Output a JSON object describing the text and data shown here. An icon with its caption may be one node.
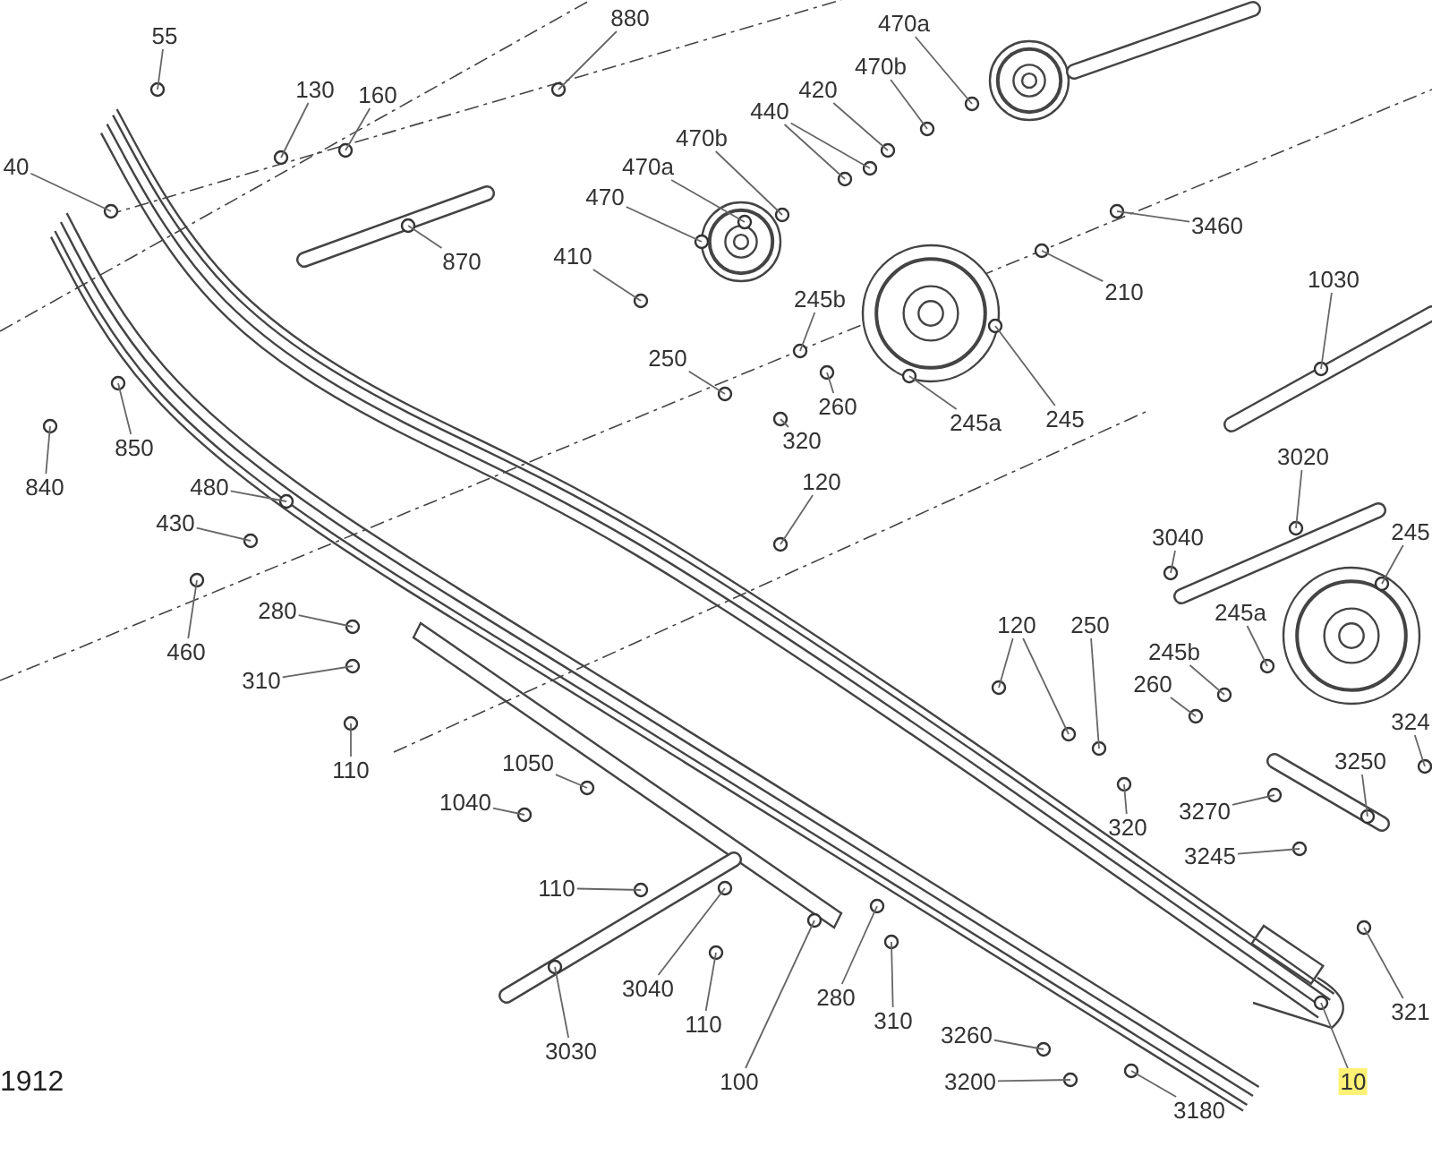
{
  "diagram": {
    "nodes": [
      {
        "text": [
          "55"
        ]
      },
      {
        "text": [
          "880"
        ]
      },
      {
        "text": [
          "130"
        ]
      },
      {
        "text": [
          "160"
        ]
      },
      {
        "text": [
          "40"
        ]
      },
      {
        "text": [
          "870"
        ]
      },
      {
        "text": [
          "470b"
        ]
      },
      {
        "text": [
          "470a"
        ]
      },
      {
        "text": [
          "470"
        ]
      },
      {
        "text": [
          "410"
        ]
      },
      {
        "text": [
          "250"
        ]
      },
      {
        "text": [
          "470a"
        ]
      },
      {
        "text": [
          "470b"
        ]
      },
      {
        "text": [
          "420"
        ]
      },
      {
        "text": [
          "440"
        ]
      },
      {
        "text": [
          "3460"
        ]
      },
      {
        "text": [
          "210"
        ]
      },
      {
        "text": [
          "1030"
        ]
      },
      {
        "text": [
          "245b"
        ]
      },
      {
        "text": [
          "260"
        ]
      },
      {
        "text": [
          "245a"
        ]
      },
      {
        "text": [
          "245"
        ]
      },
      {
        "text": [
          "320"
        ]
      },
      {
        "text": [
          "850"
        ]
      },
      {
        "text": [
          "840"
        ]
      },
      {
        "text": [
          "120"
        ]
      },
      {
        "text": [
          "3020"
        ]
      },
      {
        "text": [
          "245"
        ]
      },
      {
        "text": [
          "480"
        ]
      },
      {
        "text": [
          "430"
        ]
      },
      {
        "text": [
          "3040"
        ]
      },
      {
        "text": [
          "280"
        ]
      },
      {
        "text": [
          "120"
        ]
      },
      {
        "text": [
          "250"
        ]
      },
      {
        "text": [
          "245a"
        ]
      },
      {
        "text": [
          "460"
        ]
      },
      {
        "text": [
          "245b"
        ]
      },
      {
        "text": [
          "260"
        ]
      },
      {
        "text": [
          "310"
        ]
      },
      {
        "text": [
          "324"
        ]
      },
      {
        "text": [
          "3250"
        ]
      },
      {
        "text": [
          "110"
        ]
      },
      {
        "text": [
          "1050"
        ]
      },
      {
        "text": [
          "1040"
        ]
      },
      {
        "text": [
          "3270"
        ]
      },
      {
        "text": [
          "320"
        ]
      },
      {
        "text": [
          "3245"
        ]
      },
      {
        "text": [
          "110"
        ]
      },
      {
        "text": [
          "3040"
        ]
      },
      {
        "text": [
          "3030"
        ]
      },
      {
        "text": [
          "110"
        ]
      },
      {
        "text": [
          "280"
        ]
      },
      {
        "text": [
          "310"
        ]
      },
      {
        "text": [
          "3260"
        ]
      },
      {
        "text": [
          "321"
        ]
      },
      {
        "text": [
          "100"
        ]
      },
      {
        "text": [
          "3200"
        ]
      },
      {
        "text": [
          "3180"
        ]
      },
      {
        "text": [
          "10"
        ]
      }
    ],
    "edges": [
      {
        "from": 0,
        "to": null,
        "arrow": "none"
      },
      {
        "from": 1,
        "to": null,
        "arrow": "none"
      },
      {
        "from": 2,
        "to": null,
        "arrow": "none"
      },
      {
        "from": 3,
        "to": null,
        "arrow": "none"
      },
      {
        "from": 4,
        "to": null,
        "arrow": "none"
      },
      {
        "from": 5,
        "to": null,
        "arrow": "none"
      },
      {
        "from": 6,
        "to": null,
        "arrow": "none"
      },
      {
        "from": 7,
        "to": null,
        "arrow": "none"
      },
      {
        "from": 8,
        "to": null,
        "arrow": "none"
      },
      {
        "from": 9,
        "to": null,
        "arrow": "none"
      },
      {
        "from": 10,
        "to": null,
        "arrow": "none"
      },
      {
        "from": 11,
        "to": null,
        "arrow": "none"
      },
      {
        "from": 12,
        "to": null,
        "arrow": "none"
      },
      {
        "from": 13,
        "to": null,
        "arrow": "none"
      },
      {
        "from": 14,
        "to": null,
        "arrow": "none"
      },
      {
        "from": 14,
        "to": null,
        "arrow": "none"
      },
      {
        "from": 15,
        "to": null,
        "arrow": "none"
      },
      {
        "from": 16,
        "to": null,
        "arrow": "none"
      },
      {
        "from": 17,
        "to": null,
        "arrow": "none"
      },
      {
        "from": 18,
        "to": null,
        "arrow": "none"
      },
      {
        "from": 19,
        "to": null,
        "arrow": "none"
      },
      {
        "from": 20,
        "to": null,
        "arrow": "none"
      },
      {
        "from": 21,
        "to": null,
        "arrow": "none"
      },
      {
        "from": 22,
        "to": null,
        "arrow": "none"
      },
      {
        "from": 23,
        "to": null,
        "arrow": "none"
      },
      {
        "from": 24,
        "to": null,
        "arrow": "none"
      },
      {
        "from": 25,
        "to": null,
        "arrow": "none"
      },
      {
        "from": 26,
        "to": null,
        "arrow": "none"
      },
      {
        "from": 27,
        "to": null,
        "arrow": "none"
      },
      {
        "from": 28,
        "to": null,
        "arrow": "none"
      },
      {
        "from": 29,
        "to": null,
        "arrow": "none"
      },
      {
        "from": 30,
        "to": null,
        "arrow": "none"
      },
      {
        "from": 31,
        "to": null,
        "arrow": "none"
      },
      {
        "from": 32,
        "to": null,
        "arrow": "none"
      },
      {
        "from": 32,
        "to": null,
        "arrow": "none"
      },
      {
        "from": 33,
        "to": null,
        "arrow": "none"
      },
      {
        "from": 34,
        "to": null,
        "arrow": "none"
      },
      {
        "from": 35,
        "to": null,
        "arrow": "none"
      },
      {
        "from": 36,
        "to": null,
        "arrow": "none"
      },
      {
        "from": 37,
        "to": null,
        "arrow": "none"
      },
      {
        "from": 38,
        "to": null,
        "arrow": "none"
      },
      {
        "from": 39,
        "to": null,
        "arrow": "none"
      },
      {
        "from": 40,
        "to": null,
        "arrow": "none"
      },
      {
        "from": 41,
        "to": null,
        "arrow": "none"
      },
      {
        "from": 42,
        "to": null,
        "arrow": "none"
      },
      {
        "from": 43,
        "to": null,
        "arrow": "none"
      },
      {
        "from": 44,
        "to": null,
        "arrow": "none"
      },
      {
        "from": 45,
        "to": null,
        "arrow": "none"
      },
      {
        "from": 46,
        "to": null,
        "arrow": "none"
      },
      {
        "from": 47,
        "to": null,
        "arrow": "none"
      },
      {
        "from": 48,
        "to": null,
        "arrow": "none"
      },
      {
        "from": 49,
        "to": null,
        "arrow": "none"
      },
      {
        "from": 50,
        "to": null,
        "arrow": "none"
      },
      {
        "from": 51,
        "to": null,
        "arrow": "none"
      },
      {
        "from": 52,
        "to": null,
        "arrow": "none"
      },
      {
        "from": 53,
        "to": null,
        "arrow": "none"
      },
      {
        "from": 54,
        "to": null,
        "arrow": "none"
      },
      {
        "from": 55,
        "to": null,
        "arrow": "none"
      },
      {
        "from": 56,
        "to": null,
        "arrow": "none"
      },
      {
        "from": 57,
        "to": null,
        "arrow": "none"
      },
      {
        "from": 58,
        "to": null,
        "arrow": "none"
      }
    ],
    "labels": [
      "1912"
    ]
  }
}
